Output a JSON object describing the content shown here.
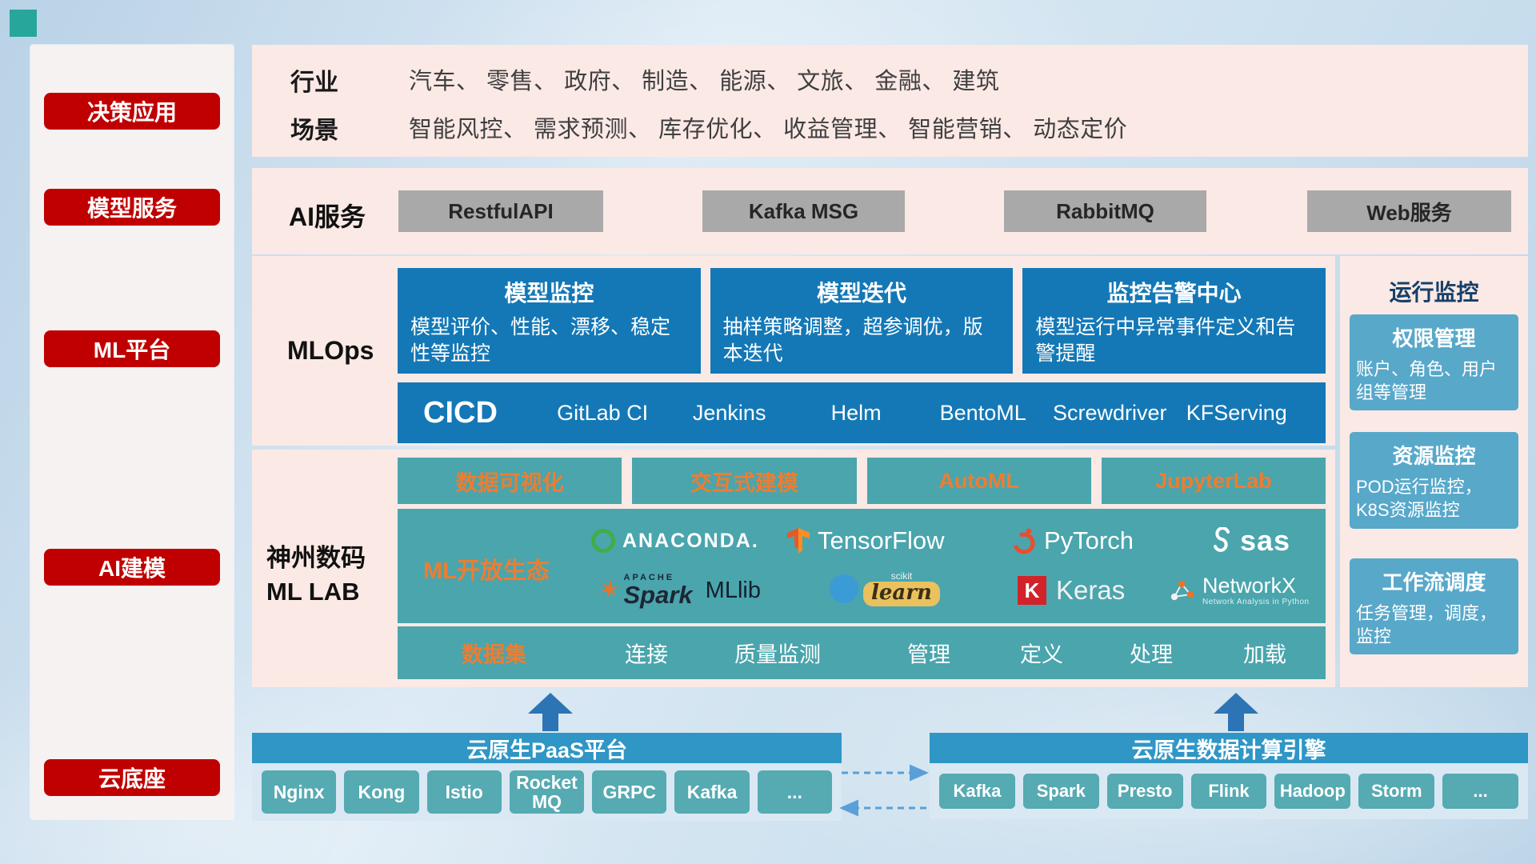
{
  "sidebar": {
    "items": [
      "决策应用",
      "模型服务",
      "ML平台",
      "AI建模",
      "云底座"
    ]
  },
  "apps_row": {
    "industry_label": "行业",
    "industry_list": "汽车、 零售、 政府、 制造、 能源、 文旅、 金融、 建筑",
    "scene_label": "场景",
    "scene_list": "智能风控、 需求预测、 库存优化、 收益管理、 智能营销、 动态定价"
  },
  "ai_service_row": {
    "label": "AI服务",
    "buttons": [
      "RestfulAPI",
      "Kafka MSG",
      "RabbitMQ",
      "Web服务"
    ]
  },
  "mlops_row": {
    "label": "MLOps",
    "cards": [
      {
        "title": "模型监控",
        "desc": "模型评价、性能、漂移、稳定性等监控"
      },
      {
        "title": "模型迭代",
        "desc": "抽样策略调整，超参调优，版本迭代"
      },
      {
        "title": "监控告警中心",
        "desc": "模型运行中异常事件定义和告警提醒"
      }
    ],
    "cicd_label": "CICD",
    "cicd_items": [
      "GitLab CI",
      "Jenkins",
      "Helm",
      "BentoML",
      "Screwdriver",
      "KFServing"
    ]
  },
  "monitor_panel": {
    "title": "运行监控",
    "cards": [
      {
        "title": "权限管理",
        "desc": "账户、角色、用户组等管理"
      },
      {
        "title": "资源监控",
        "desc": "POD运行监控，K8S资源监控"
      },
      {
        "title": "工作流调度",
        "desc": "任务管理，调度，监控"
      }
    ]
  },
  "mllab_row": {
    "label_line1": "神州数码",
    "label_line2": "ML LAB",
    "tool_buttons": [
      "数据可视化",
      "交互式建模",
      "AutoML",
      "JupyterLab"
    ],
    "ecosystem_label": "ML开放生态",
    "logos": {
      "anaconda": "ANACONDA.",
      "tensorflow": "TensorFlow",
      "pytorch": "PyTorch",
      "sas": "sas",
      "spark_small": "APACHE",
      "spark": "Spark",
      "mllib": "MLlib",
      "scikit_small": "scikit",
      "scikit": "learn",
      "keras_k": "K",
      "keras": "Keras",
      "networkx": "NetworkX",
      "networkx_sub": "Network Analysis in Python"
    },
    "dataset_label": "数据集",
    "dataset_items": [
      "连接",
      "质量监测",
      "管理",
      "定义",
      "处理",
      "加载"
    ]
  },
  "paas_bar": {
    "title": "云原生PaaS平台",
    "items": [
      "Nginx",
      "Kong",
      "Istio",
      "RocketMQ",
      "GRPC",
      "Kafka",
      "..."
    ]
  },
  "engine_bar": {
    "title": "云原生数据计算引擎",
    "items": [
      "Kafka",
      "Spark",
      "Presto",
      "Flink",
      "Hadoop",
      "Storm",
      "..."
    ]
  },
  "colors": {
    "accent_red": "#c00000",
    "blue_card": "#1478b6",
    "teal_card": "#4aa5ad",
    "light_blue_card": "#58a8ca",
    "header_blue": "#2f96c6",
    "orange_text": "#ed7d31"
  }
}
